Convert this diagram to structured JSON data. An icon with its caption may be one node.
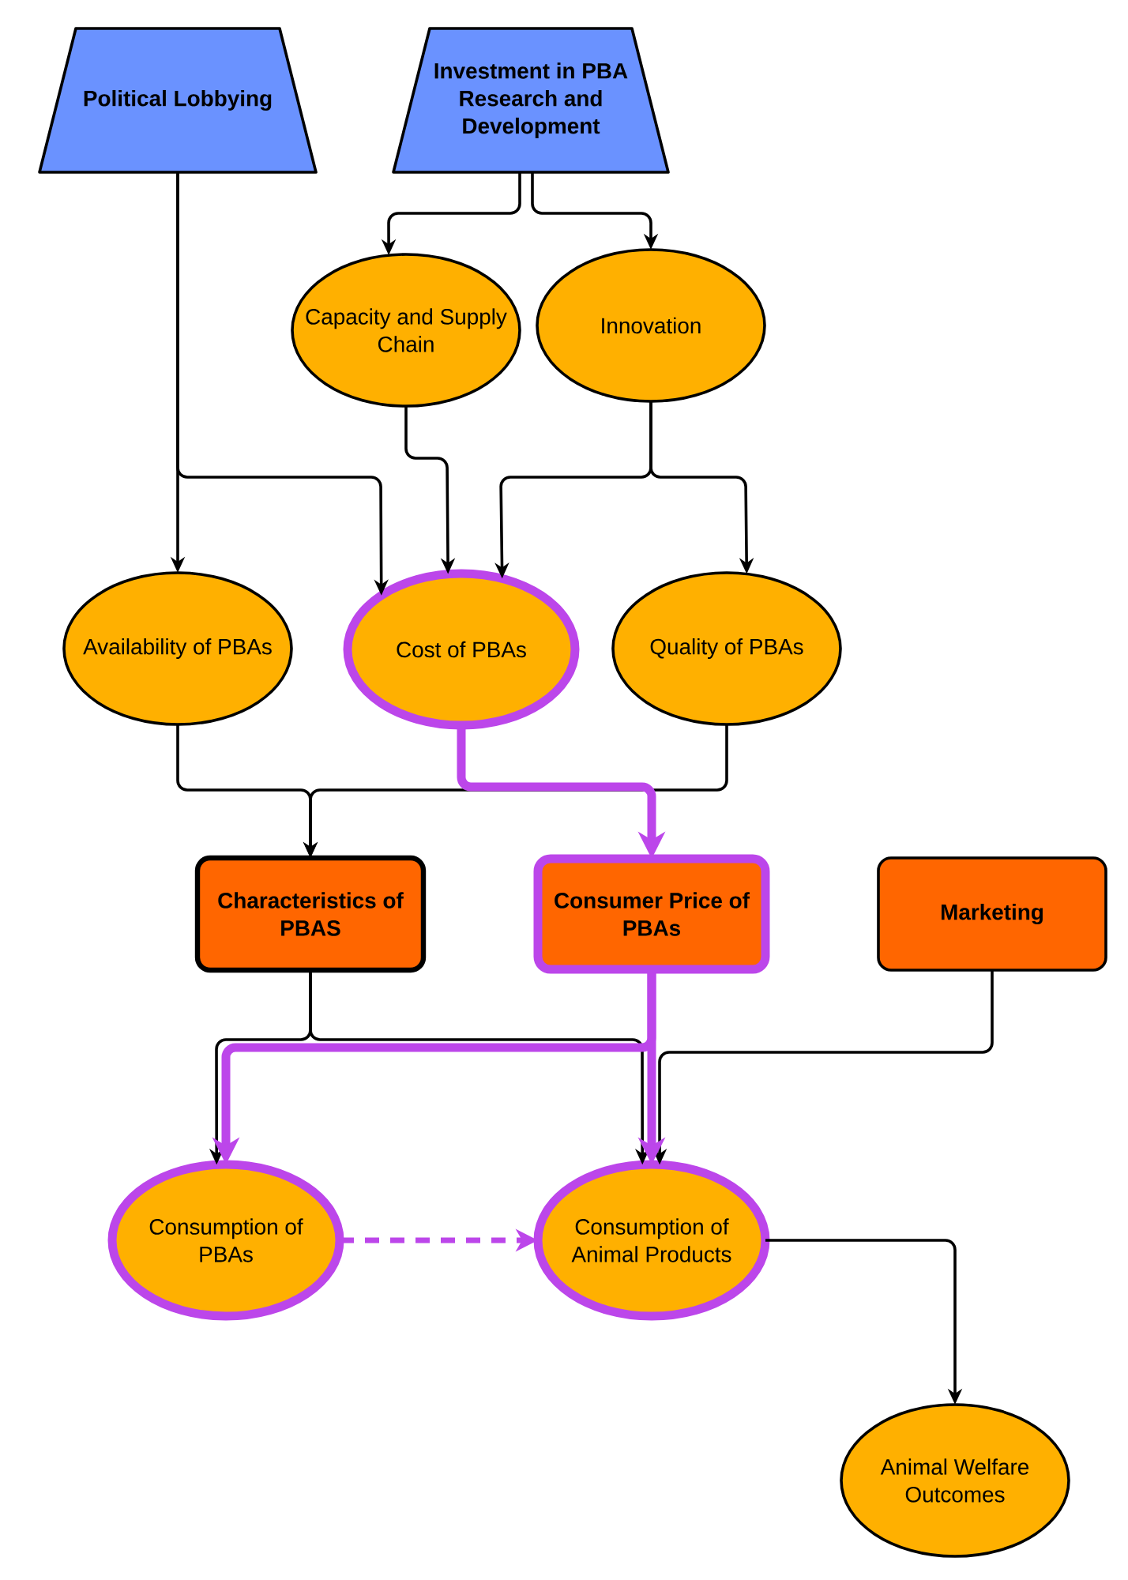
{
  "diagram": {
    "nodes": [
      {
        "text": [
          "Political Lobbying"
        ]
      },
      {
        "text": [
          "Investment in PBA Research and Development"
        ]
      },
      {
        "text": [
          "Capacity and Supply Chain"
        ]
      },
      {
        "text": [
          "Innovation"
        ]
      },
      {
        "text": [
          "Availability of PBAs"
        ]
      },
      {
        "text": [
          "Cost of PBAs"
        ]
      },
      {
        "text": [
          "Quality of PBAs"
        ]
      },
      {
        "text": [
          "Characteristics of PBAS"
        ]
      },
      {
        "text": [
          "Consumer Price of PBAs"
        ]
      },
      {
        "text": [
          "Marketing"
        ]
      },
      {
        "text": [
          "Consumption of PBAs"
        ]
      },
      {
        "text": [
          "Consumption of Animal Products"
        ]
      },
      {
        "text": [
          "Animal Welfare Outcomes"
        ]
      }
    ],
    "edges": [
      {
        "from": 0,
        "to": 4,
        "arrow": "to"
      },
      {
        "from": 0,
        "to": 5,
        "arrow": "to"
      },
      {
        "from": 1,
        "to": 2,
        "arrow": "to"
      },
      {
        "from": 1,
        "to": 3,
        "arrow": "to"
      },
      {
        "from": 2,
        "to": 5,
        "arrow": "to"
      },
      {
        "from": 3,
        "to": 5,
        "arrow": "to"
      },
      {
        "from": 3,
        "to": 6,
        "arrow": "to"
      },
      {
        "from": 4,
        "to": 7,
        "arrow": "to"
      },
      {
        "from": 6,
        "to": 7,
        "arrow": "to"
      },
      {
        "from": 5,
        "to": 8,
        "arrow": "to",
        "style": "thick",
        "color": "#bc46ea"
      },
      {
        "from": 7,
        "to": 10,
        "arrow": "to"
      },
      {
        "from": 7,
        "to": 11,
        "arrow": "to"
      },
      {
        "from": 8,
        "to": 10,
        "arrow": "to",
        "style": "thick",
        "color": "#bc46ea"
      },
      {
        "from": 8,
        "to": 11,
        "arrow": "to",
        "style": "thick",
        "color": "#bc46ea"
      },
      {
        "from": 9,
        "to": 11,
        "arrow": "to"
      },
      {
        "from": 10,
        "to": 11,
        "arrow": "to",
        "style": "dashed",
        "color": "#bc46ea"
      },
      {
        "from": 11,
        "to": 12,
        "arrow": "to"
      }
    ]
  }
}
